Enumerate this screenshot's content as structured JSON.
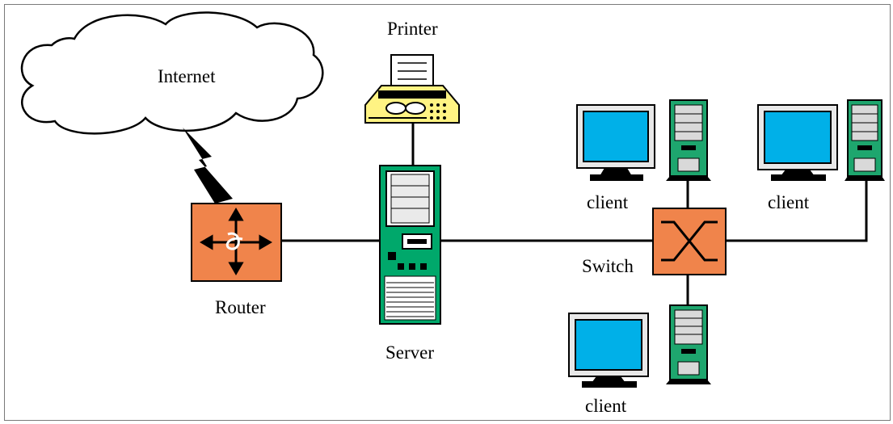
{
  "labels": {
    "internet": "Internet",
    "printer": "Printer",
    "router": "Router",
    "server": "Server",
    "switch": "Switch",
    "client_a": "client",
    "client_b": "client",
    "client_c": "client"
  },
  "colors": {
    "router_fill": "#f0844b",
    "switch_fill": "#f0844b",
    "server_green": "#00a86b",
    "client_green": "#1ea66e",
    "monitor_screen": "#00b0e8",
    "printer_yellow": "#fff383",
    "line": "#000000"
  },
  "icons": {
    "internet": "cloud-icon",
    "link": "lightning-bolt-icon",
    "router": "router-icon",
    "switch": "switch-icon",
    "server": "server-tower-icon",
    "printer": "printer-icon",
    "client": "desktop-computer-icon"
  }
}
